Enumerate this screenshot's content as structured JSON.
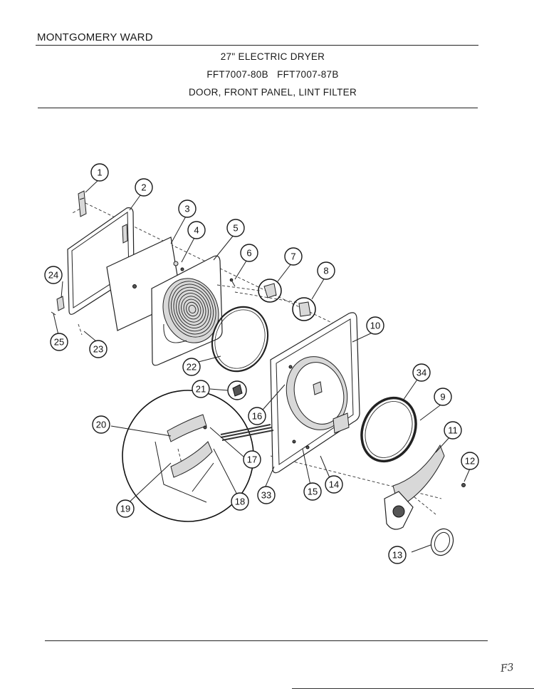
{
  "header": {
    "brand": "MONTGOMERY WARD",
    "title": "27\" ELECTRIC DRYER",
    "models": "FFT7007-80B   FFT7007-87B",
    "section": "DOOR, FRONT PANEL, LINT FILTER"
  },
  "footer": {
    "handwritten_mark": "F3"
  },
  "callouts": [
    "1",
    "2",
    "3",
    "4",
    "5",
    "6",
    "7",
    "8",
    "9",
    "10",
    "11",
    "12",
    "13",
    "14",
    "15",
    "16",
    "17",
    "18",
    "19",
    "20",
    "21",
    "22",
    "23",
    "24",
    "25",
    "33",
    "34"
  ]
}
